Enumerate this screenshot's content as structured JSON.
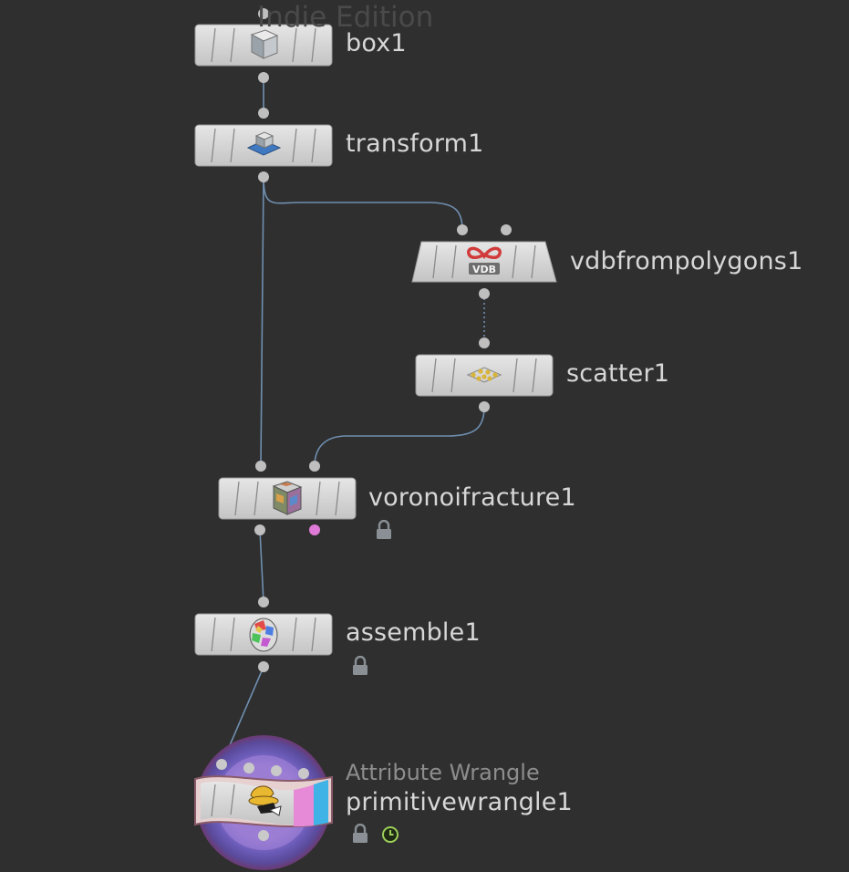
{
  "watermark": "Indie Edition",
  "nodes": {
    "box1": {
      "label": "box1",
      "icon": "box-icon"
    },
    "transform1": {
      "label": "transform1",
      "icon": "transform-icon"
    },
    "vdbfrompolygons1": {
      "label": "vdbfrompolygons1",
      "icon": "vdb-icon",
      "icon_text": "VDB"
    },
    "scatter1": {
      "label": "scatter1",
      "icon": "scatter-icon"
    },
    "voronoifracture1": {
      "label": "voronoifracture1",
      "icon": "voronoi-icon",
      "locked": true
    },
    "assemble1": {
      "label": "assemble1",
      "icon": "assemble-icon",
      "locked": true
    },
    "primitivewrangle1": {
      "label": "primitivewrangle1",
      "type_label": "Attribute Wrangle",
      "icon": "wrangle-icon",
      "locked": true,
      "time_dependent": true
    }
  },
  "colors": {
    "background": "#2f2f2f",
    "node_body": "#d4d4d4",
    "wire": "#6f8fb0",
    "connector": "#bfbfbf",
    "second_output": "#e07ad8",
    "display_flag": "#3fb2e6",
    "render_flag": "#e68ad8",
    "clock": "#9ccf5a"
  }
}
